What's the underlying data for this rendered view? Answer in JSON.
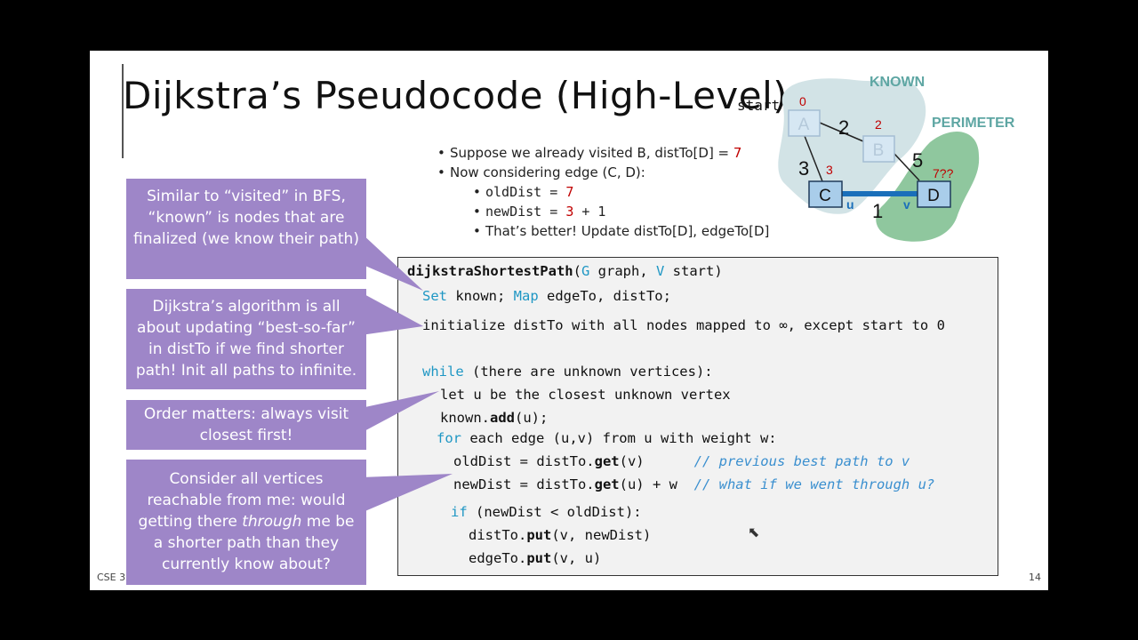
{
  "title": "Dijkstra’s Pseudocode (High-Level)",
  "start_label": "start",
  "graph": {
    "known_label": "KNOWN",
    "perimeter_label": "PERIMETER",
    "nodes": {
      "A": "A",
      "B": "B",
      "C": "C",
      "D": "D"
    },
    "weights": {
      "AB": "2",
      "AC": "3",
      "BD": "5",
      "CD": "1"
    },
    "dist": {
      "A": "0",
      "B": "2",
      "C": "3",
      "D": "7??"
    },
    "u_label": "u",
    "v_label": "v"
  },
  "bullets": {
    "b1_text": "Suppose we already visited B, distTo[D] = ",
    "b1_val": "7",
    "b2_text": "Now considering edge (C, D):",
    "b3_text": "oldDist = ",
    "b3_val": "7",
    "b4_text": "newDist = ",
    "b4_val": "3",
    "b4_rest": " + 1",
    "b5_text": "That’s better! Update distTo[D], edgeTo[D]"
  },
  "callouts": [
    "Similar to “visited” in BFS, “known” is nodes that are finalized (we know their path)",
    "Dijkstra’s algorithm is all about updating “best-so-far” in distTo if we find shorter path! Init all paths to infinite.",
    "Order matters: always visit closest first!",
    "Consider all vertices reachable from me: would getting there |through| me be a shorter path than they currently know about?"
  ],
  "code": {
    "l1_fn": "dijkstraShortestPath",
    "l1_p1": "(",
    "l1_t1": "G",
    "l1_p2": " graph, ",
    "l1_t2": "V",
    "l1_p3": " start)",
    "l2_k1": "Set",
    "l2_a": " known; ",
    "l2_k2": "Map",
    "l2_b": " edgeTo, distTo;",
    "l3": "initialize distTo with all nodes mapped to ∞, except start to 0",
    "l4_k": "while",
    "l4_r": " (there are unknown vertices):",
    "l5": "let u be the closest unknown vertex",
    "l6_a": "known.",
    "l6_b": "add",
    "l6_c": "(u);",
    "l7_k": "for",
    "l7_r": " each edge (u,v) from u with weight w:",
    "l8_a": "oldDist = distTo.",
    "l8_b": "get",
    "l8_c": "(v)      ",
    "l8_cm": "// previous best path to v",
    "l9_a": "newDist = distTo.",
    "l9_b": "get",
    "l9_c": "(u) + w  ",
    "l9_cm": "// what if we went through u?",
    "l10_k": "if",
    "l10_r": " (newDist < oldDist):",
    "l11_a": "distTo.",
    "l11_b": "put",
    "l11_c": "(v, newDist)",
    "l12_a": "edgeTo.",
    "l12_b": "put",
    "l12_c": "(v, u)"
  },
  "footer_left": "CSE 3",
  "footer_right": "14",
  "colors": {
    "callout": "#9e86c8",
    "keyword": "#1f97c4",
    "red": "#c00000",
    "node": "#a9cdea"
  }
}
